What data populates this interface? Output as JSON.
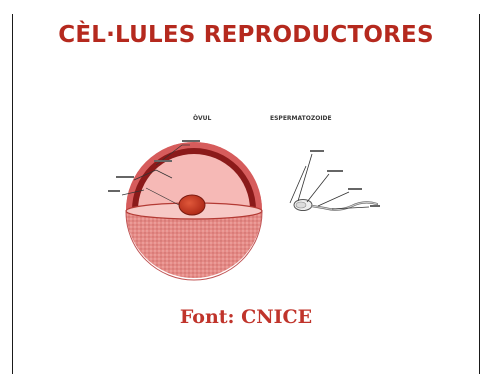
{
  "slide": {
    "title": "CÈL·LULES REPRODUCTORES",
    "source": "Font: CNICE"
  },
  "diagram": {
    "ovule_heading": "ÒVUL",
    "sperm_heading": "ESPERMATOZOIDE"
  },
  "colors": {
    "title": "#b5291e",
    "source": "#c0342b",
    "ovule_outer": "#e08080",
    "ovule_inner": "#f4b3b3",
    "ovule_membrane": "#8b1a1a",
    "nucleus": "#c7381e"
  }
}
